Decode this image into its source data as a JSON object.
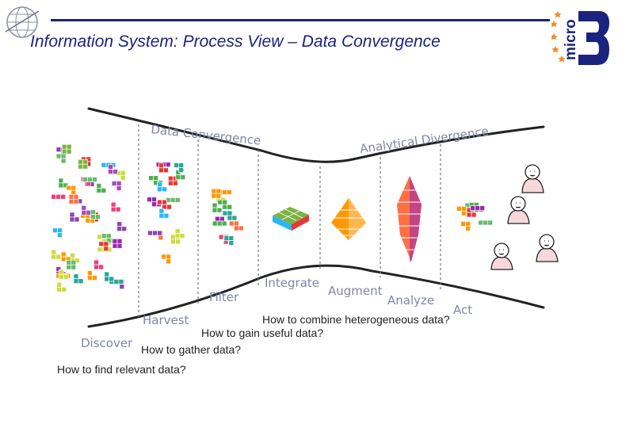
{
  "title": "Information System: Process View – Data Convergence",
  "logo": {
    "text": "micro"
  },
  "phases": {
    "top_left": "Data Convergence",
    "top_right": "Analytical Divergence",
    "steps": [
      "Discover",
      "Harvest",
      "Filter",
      "Integrate",
      "Augment",
      "Analyze",
      "Act"
    ]
  },
  "questions": [
    "How  to combine heterogeneous data?",
    "How to gain useful data?",
    "How to gather data?",
    "How to find  relevant data?"
  ],
  "colors": {
    "title": "#1a237e",
    "logo_star": "#f08a24",
    "blocks": [
      "#8e44ad",
      "#7cb342",
      "#e53935",
      "#29b6f6",
      "#ff9800",
      "#cddc39",
      "#9c27b0",
      "#4caf50",
      "#ff7043",
      "#26a69a",
      "#ab47bc",
      "#66bb6a",
      "#ec407a"
    ]
  }
}
